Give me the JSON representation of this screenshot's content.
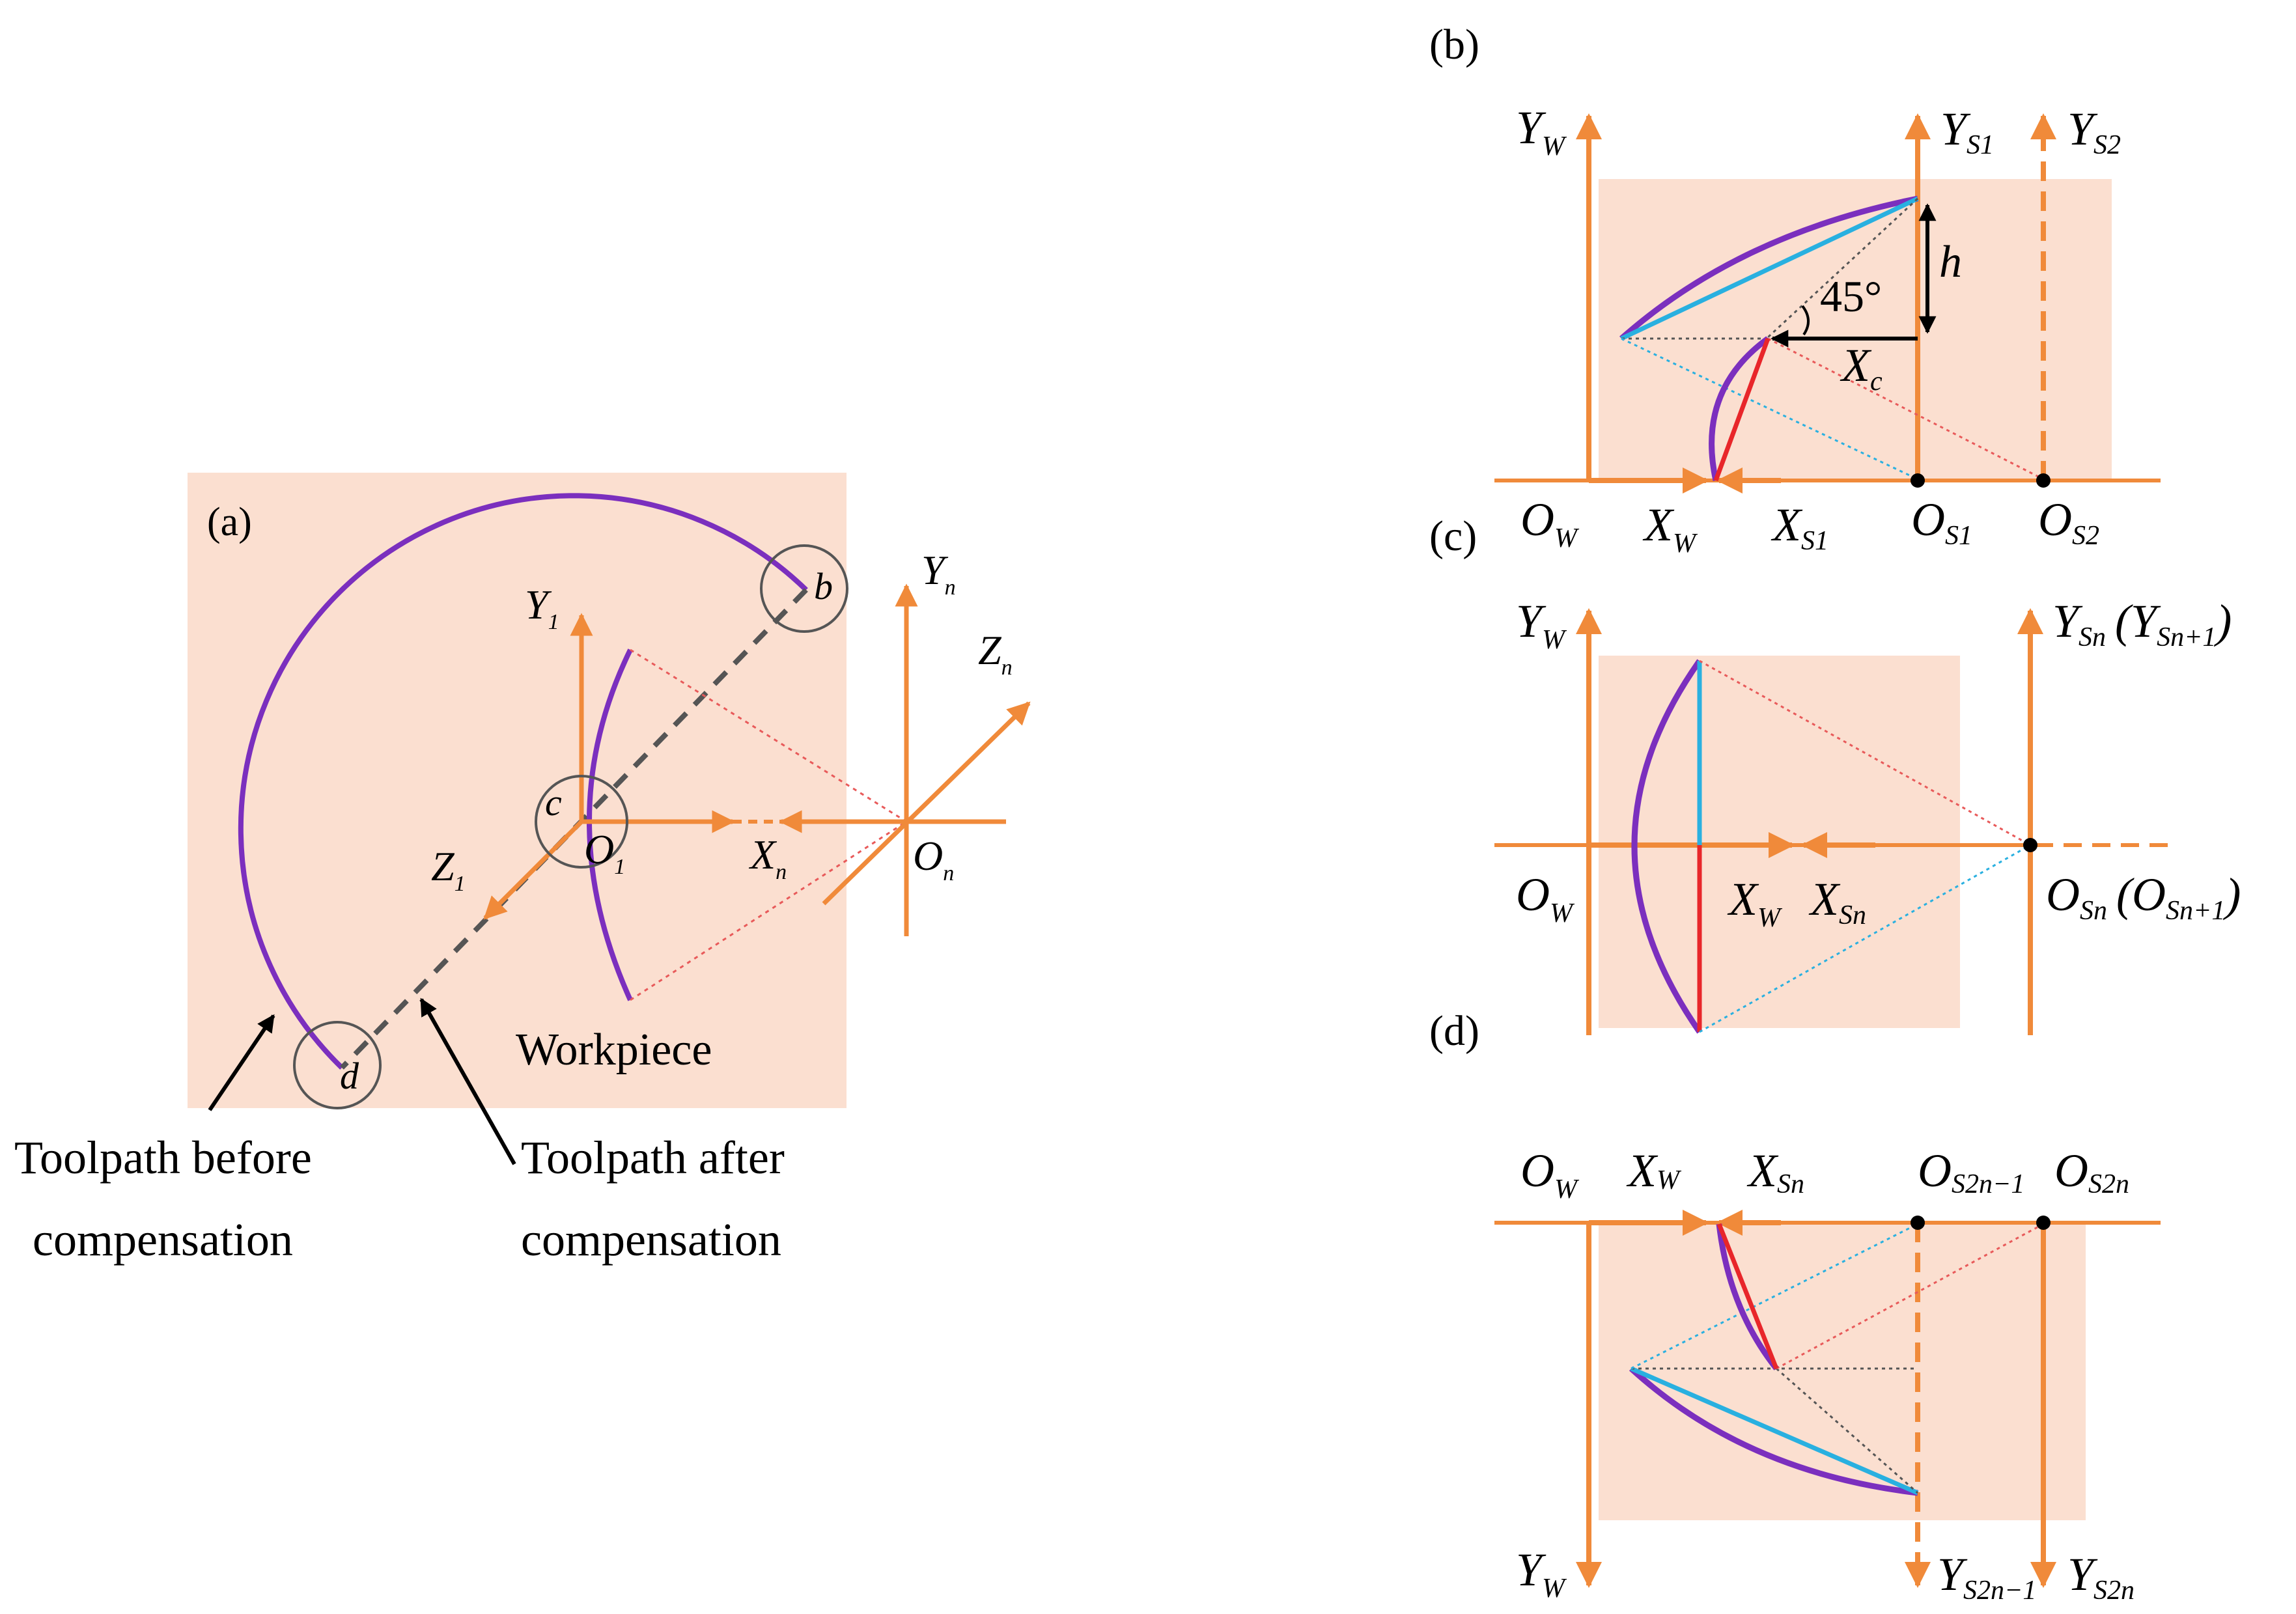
{
  "panels": {
    "a": {
      "tag": "(a)",
      "points": {
        "b": "b",
        "c": "c",
        "d": "d"
      },
      "axes": {
        "Y1": "Y",
        "Y1_sub": "1",
        "Z1": "Z",
        "Z1_sub": "1",
        "O1": "O",
        "O1_sub": "1",
        "Yn": "Y",
        "Yn_sub": "n",
        "Zn": "Z",
        "Zn_sub": "n",
        "Xn": "X",
        "Xn_sub": "n",
        "On": "O",
        "On_sub": "n"
      },
      "workpiece": "Workpiece",
      "before_1": "Toolpath before",
      "before_2": "compensation",
      "after_1": "Toolpath after",
      "after_2": "compensation"
    },
    "b": {
      "tag": "(b)",
      "Yw": "Y",
      "Yw_sub": "W",
      "Ys1": "Y",
      "Ys1_sub": "S1",
      "Ys2": "Y",
      "Ys2_sub": "S2",
      "h": "h",
      "angle": "45°",
      "Xc": "X",
      "Xc_sub": "c",
      "Ow": "O",
      "Ow_sub": "W",
      "Xw": "X",
      "Xw_sub": "W",
      "Xs1": "X",
      "Xs1_sub": "S1",
      "Os1": "O",
      "Os1_sub": "S1",
      "Os2": "O",
      "Os2_sub": "S2"
    },
    "c": {
      "tag": "(c)",
      "Yw": "Y",
      "Yw_sub": "W",
      "Ysn": "Y",
      "Ysn_sub": "Sn",
      "Ysn1_open": "(Y",
      "Ysn1_sub": "Sn+1",
      "Ysn1_close": ")",
      "Ow": "O",
      "Ow_sub": "W",
      "Xw": "X",
      "Xw_sub": "W",
      "Xsn": "X",
      "Xsn_sub": "Sn",
      "Osn": "O",
      "Osn_sub": "Sn",
      "Osn1_open": "(O",
      "Osn1_sub": "Sn+1",
      "Osn1_close": ")"
    },
    "d": {
      "tag": "(d)",
      "Ow": "O",
      "Ow_sub": "W",
      "Xw": "X",
      "Xw_sub": "W",
      "Xsn": "X",
      "Xsn_sub": "Sn",
      "Os2n1": "O",
      "Os2n1_sub": "S2n−1",
      "Os2n": "O",
      "Os2n_sub": "S2n",
      "Yw": "Y",
      "Yw_sub": "W",
      "Ys2n1": "Y",
      "Ys2n1_sub": "S2n−1",
      "Ys2n": "Y",
      "Ys2n_sub": "S2n"
    }
  },
  "colors": {
    "axis": "#f08a3a",
    "workpiece": "#fbdfd0",
    "toolpath": "#7b2fbe",
    "chord_blue": "#29b0e0",
    "chord_red": "#e8262a",
    "dotted_red": "#e85a5a",
    "dotted_grey": "#555555",
    "dashed_path": "#555555"
  }
}
